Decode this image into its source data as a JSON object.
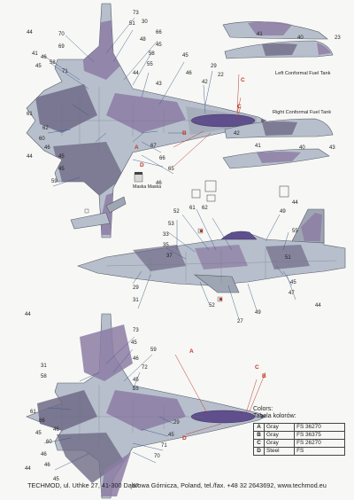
{
  "conformal_tanks": {
    "left_label": "Left Conformal Fuel Tank",
    "right_label": "Right Conformal Fuel Tank"
  },
  "colors": {
    "title_en": "Colors:",
    "title_pl": "Tabela kolorów:",
    "rows": [
      {
        "key": "A",
        "name": "Gray",
        "code": "FS 36270",
        "hex": "#9fa6b3"
      },
      {
        "key": "B",
        "name": "Gray",
        "code": "FS 36375",
        "hex": "#b7bfcc"
      },
      {
        "key": "C",
        "name": "Gray",
        "code": "FS 26270",
        "hex": "#8d93a0"
      },
      {
        "key": "D",
        "name": "Steel",
        "code": "FS",
        "hex": "#7a7f88"
      }
    ]
  },
  "camo": {
    "light": "#b7bfcc",
    "mid": "#9fa6b3",
    "purple": "#8c7ca3",
    "dark": "#6f6a86",
    "canopy": "#5f4f8c"
  },
  "plane_labels": {
    "top_view": {
      "callouts": [
        "44",
        "41",
        "45",
        "70",
        "69",
        "46",
        "58",
        "71",
        "73",
        "51",
        "66",
        "45",
        "58",
        "55",
        "45",
        "46",
        "29",
        "22",
        "42",
        "61",
        "62",
        "60",
        "46",
        "67",
        "66",
        "45",
        "44",
        "45",
        "59",
        "65",
        "46",
        "30",
        "48",
        "43",
        "44"
      ],
      "color_keys": [
        "A",
        "B",
        "C",
        "D",
        "C"
      ]
    },
    "side_view": {
      "callouts": [
        "52",
        "61",
        "62",
        "53",
        "33",
        "35",
        "37",
        "49",
        "44",
        "55",
        "51",
        "45",
        "29",
        "31",
        "52",
        "27",
        "49",
        "47",
        "44"
      ]
    },
    "bottom_view": {
      "callouts": [
        "44",
        "73",
        "45",
        "59",
        "46",
        "31",
        "58",
        "72",
        "45",
        "55",
        "61",
        "66",
        "45",
        "46",
        "29",
        "60",
        "46",
        "45",
        "71",
        "70",
        "44",
        "45",
        "46",
        "67"
      ],
      "color_keys": [
        "A",
        "B",
        "C",
        "D"
      ]
    },
    "cft_callouts": [
      "41",
      "40",
      "23",
      "42",
      "41",
      "40",
      "43"
    ],
    "markings_label": "Maska Maska"
  },
  "footer": "TECHMOD, ul. Uthke 27, 41-300 Dąbrowa Górnicza, Poland, tel./fax. +48 32 2643692, www.techmod.eu"
}
